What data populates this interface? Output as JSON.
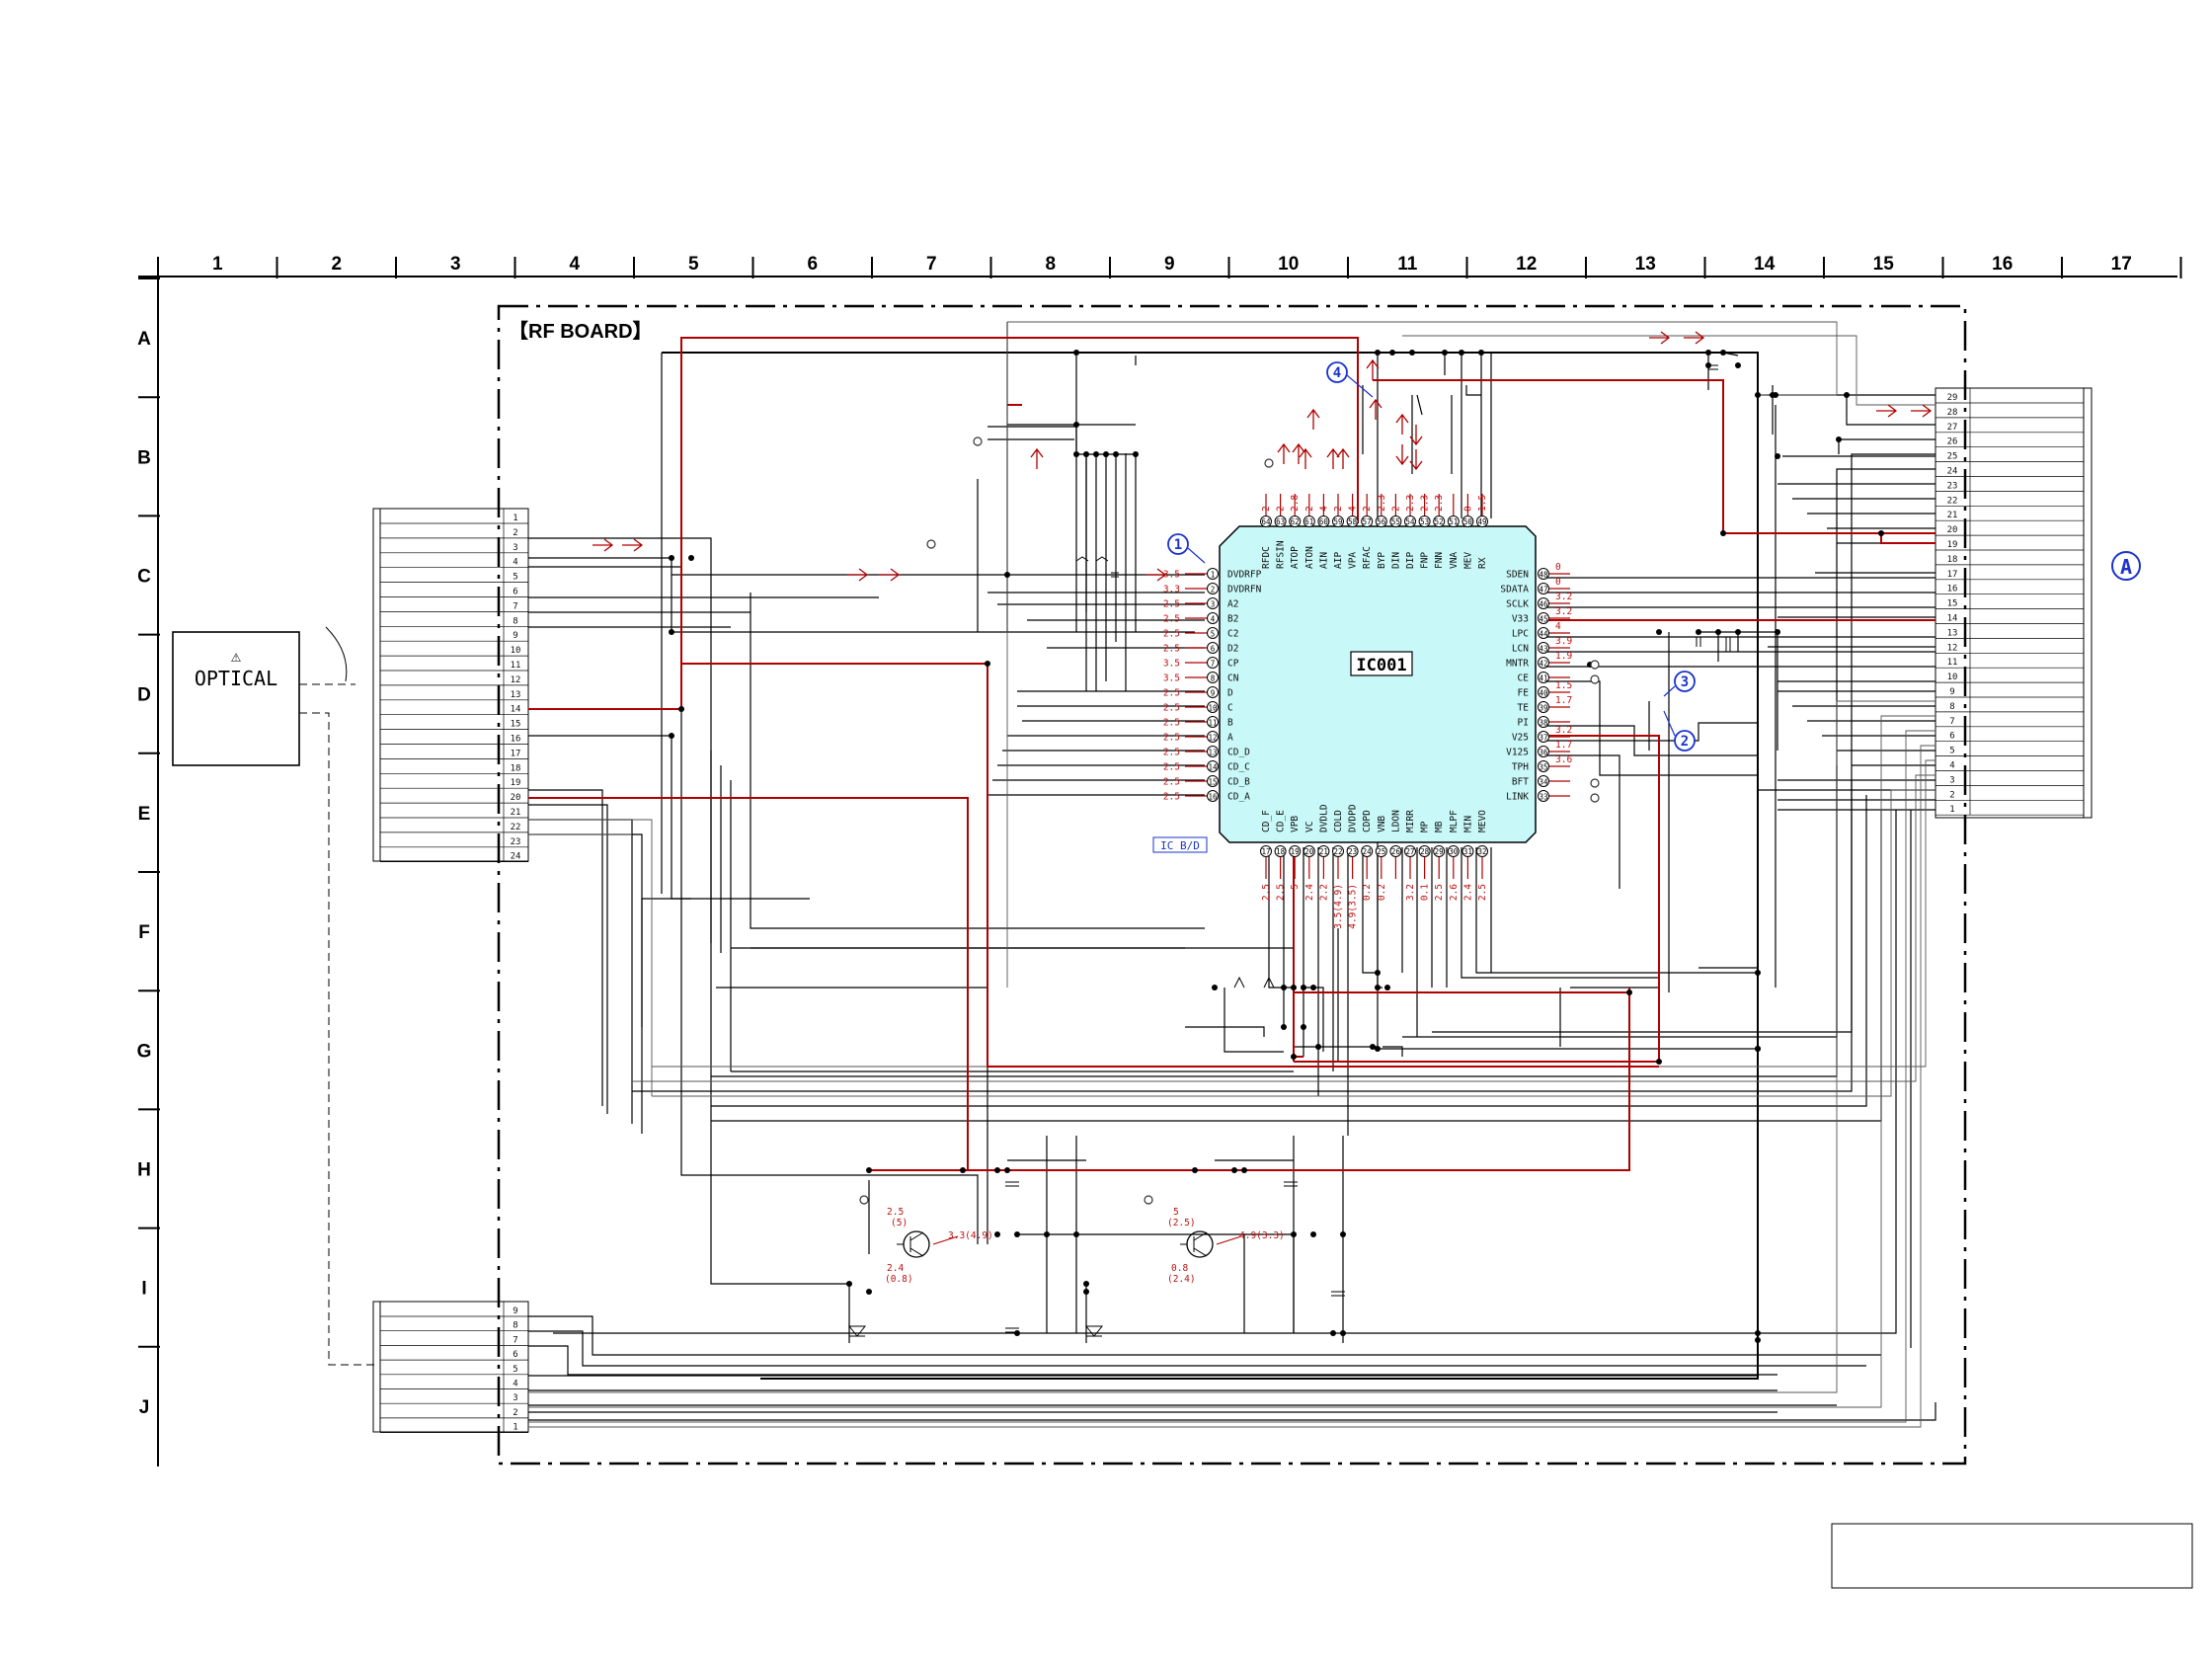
{
  "grid": {
    "columns": [
      "1",
      "2",
      "3",
      "4",
      "5",
      "6",
      "7",
      "8",
      "9",
      "10",
      "11",
      "12",
      "13",
      "14",
      "15",
      "16",
      "17"
    ],
    "rows": [
      "A",
      "B",
      "C",
      "D",
      "E",
      "F",
      "G",
      "H",
      "I",
      "J"
    ]
  },
  "board_title": "【RF BOARD】",
  "optical": {
    "warning_symbol": "⚠",
    "label": "OPTICAL"
  },
  "ic": {
    "name": "IC001",
    "sub_label": "IC B/D",
    "left_pins": [
      {
        "num": "1",
        "name": "DVDRFP",
        "v": "3.5"
      },
      {
        "num": "2",
        "name": "DVDRFN",
        "v": "3.3"
      },
      {
        "num": "3",
        "name": "A2",
        "v": "2.5"
      },
      {
        "num": "4",
        "name": "B2",
        "v": "2.5"
      },
      {
        "num": "5",
        "name": "C2",
        "v": "2.5"
      },
      {
        "num": "6",
        "name": "D2",
        "v": "2.5"
      },
      {
        "num": "7",
        "name": "CP",
        "v": "3.5"
      },
      {
        "num": "8",
        "name": "CN",
        "v": "3.5"
      },
      {
        "num": "9",
        "name": "D",
        "v": "2.5"
      },
      {
        "num": "10",
        "name": "C",
        "v": "2.5"
      },
      {
        "num": "11",
        "name": "B",
        "v": "2.5"
      },
      {
        "num": "12",
        "name": "A",
        "v": "2.5"
      },
      {
        "num": "13",
        "name": "CD_D",
        "v": "2.5"
      },
      {
        "num": "14",
        "name": "CD_C",
        "v": "2.5"
      },
      {
        "num": "15",
        "name": "CD_B",
        "v": "2.5"
      },
      {
        "num": "16",
        "name": "CD_A",
        "v": "2.5"
      }
    ],
    "right_pins": [
      {
        "num": "48",
        "name": "SDEN",
        "v": "0"
      },
      {
        "num": "47",
        "name": "SDATA",
        "v": "0"
      },
      {
        "num": "46",
        "name": "SCLK",
        "v": "3.2"
      },
      {
        "num": "45",
        "name": "V33",
        "v": "3.2"
      },
      {
        "num": "44",
        "name": "LPC",
        "v": "4"
      },
      {
        "num": "43",
        "name": "LCN",
        "v": "3.9"
      },
      {
        "num": "42",
        "name": "MNTR",
        "v": "1.9"
      },
      {
        "num": "41",
        "name": "CE",
        "v": ""
      },
      {
        "num": "40",
        "name": "FE",
        "v": "1.5"
      },
      {
        "num": "39",
        "name": "TE",
        "v": "1.7"
      },
      {
        "num": "38",
        "name": "PI",
        "v": ""
      },
      {
        "num": "37",
        "name": "V25",
        "v": "3.2"
      },
      {
        "num": "36",
        "name": "V125",
        "v": "1.7"
      },
      {
        "num": "35",
        "name": "TPH",
        "v": "3.6"
      },
      {
        "num": "34",
        "name": "BFT",
        "v": ""
      },
      {
        "num": "33",
        "name": "LINK",
        "v": ""
      }
    ],
    "top_pins": [
      {
        "num": "64",
        "name": "RFDC",
        "v": "2"
      },
      {
        "num": "63",
        "name": "RFSIN",
        "v": "2"
      },
      {
        "num": "62",
        "name": "ATOP",
        "v": "2.8"
      },
      {
        "num": "61",
        "name": "ATON",
        "v": "2"
      },
      {
        "num": "60",
        "name": "AIN",
        "v": "4"
      },
      {
        "num": "59",
        "name": "AIP",
        "v": "2"
      },
      {
        "num": "58",
        "name": "VPA",
        "v": "4"
      },
      {
        "num": "57",
        "name": "RFAC",
        "v": "2"
      },
      {
        "num": "56",
        "name": "BYP",
        "v": "2.3"
      },
      {
        "num": "55",
        "name": "DIN",
        "v": "2"
      },
      {
        "num": "54",
        "name": "DIP",
        "v": "2.3"
      },
      {
        "num": "53",
        "name": "FNP",
        "v": "2.3"
      },
      {
        "num": "52",
        "name": "FNN",
        "v": "2.3"
      },
      {
        "num": "51",
        "name": "VNA",
        "v": ""
      },
      {
        "num": "50",
        "name": "MEV",
        "v": "0"
      },
      {
        "num": "49",
        "name": "RX",
        "v": "1.5"
      }
    ],
    "bottom_pins": [
      {
        "num": "17",
        "name": "CD_F",
        "v": "2.5"
      },
      {
        "num": "18",
        "name": "CD_E",
        "v": "2.5"
      },
      {
        "num": "19",
        "name": "VPB",
        "v": "5"
      },
      {
        "num": "20",
        "name": "VC",
        "v": "2.4"
      },
      {
        "num": "21",
        "name": "DVDLD",
        "v": "2.2"
      },
      {
        "num": "22",
        "name": "CDLD",
        "v": "3.5(4.9)"
      },
      {
        "num": "23",
        "name": "DVDPD",
        "v": "4.9(3.5)"
      },
      {
        "num": "24",
        "name": "CDPD",
        "v": "0.2"
      },
      {
        "num": "25",
        "name": "VNB",
        "v": "0.2"
      },
      {
        "num": "26",
        "name": "LDON",
        "v": ""
      },
      {
        "num": "27",
        "name": "MIRR",
        "v": "3.2"
      },
      {
        "num": "28",
        "name": "MP",
        "v": "0.1"
      },
      {
        "num": "29",
        "name": "MB",
        "v": "2.5"
      },
      {
        "num": "30",
        "name": "MLPF",
        "v": "2.6"
      },
      {
        "num": "31",
        "name": "MIN",
        "v": "2.4"
      },
      {
        "num": "32",
        "name": "MEVO",
        "v": "2.5"
      }
    ]
  },
  "markers": [
    "1",
    "2",
    "3",
    "4"
  ],
  "connector_ref": "A",
  "left_connector_pins": [
    "1",
    "2",
    "3",
    "4",
    "5",
    "6",
    "7",
    "8",
    "9",
    "10",
    "11",
    "12",
    "13",
    "14",
    "15",
    "16",
    "17",
    "18",
    "19",
    "20",
    "21",
    "22",
    "23",
    "24"
  ],
  "right_connector_pins": [
    "29",
    "28",
    "27",
    "26",
    "25",
    "24",
    "23",
    "22",
    "21",
    "20",
    "19",
    "18",
    "17",
    "16",
    "15",
    "14",
    "13",
    "12",
    "11",
    "10",
    "9",
    "8",
    "7",
    "6",
    "5",
    "4",
    "3",
    "2",
    "1"
  ],
  "bottom_connector_pins": [
    "9",
    "8",
    "7",
    "6",
    "5",
    "4",
    "3",
    "2",
    "1"
  ],
  "transistor_left": {
    "base_v": "2.5",
    "base_v2": "(5)",
    "collector_v": "3.3(4.9)",
    "emitter_v": "2.4",
    "emitter_v2": "(0.8)"
  },
  "transistor_right": {
    "base_v": "5",
    "base_v2": "(2.5)",
    "collector_v": "4.9(3.3)",
    "emitter_v": "0.8",
    "emitter_v2": "(2.4)"
  },
  "colors": {
    "signal": "#b00000",
    "ic_fill": "#c8f8f8",
    "marker": "#1a33cc",
    "frame": "#000000"
  }
}
